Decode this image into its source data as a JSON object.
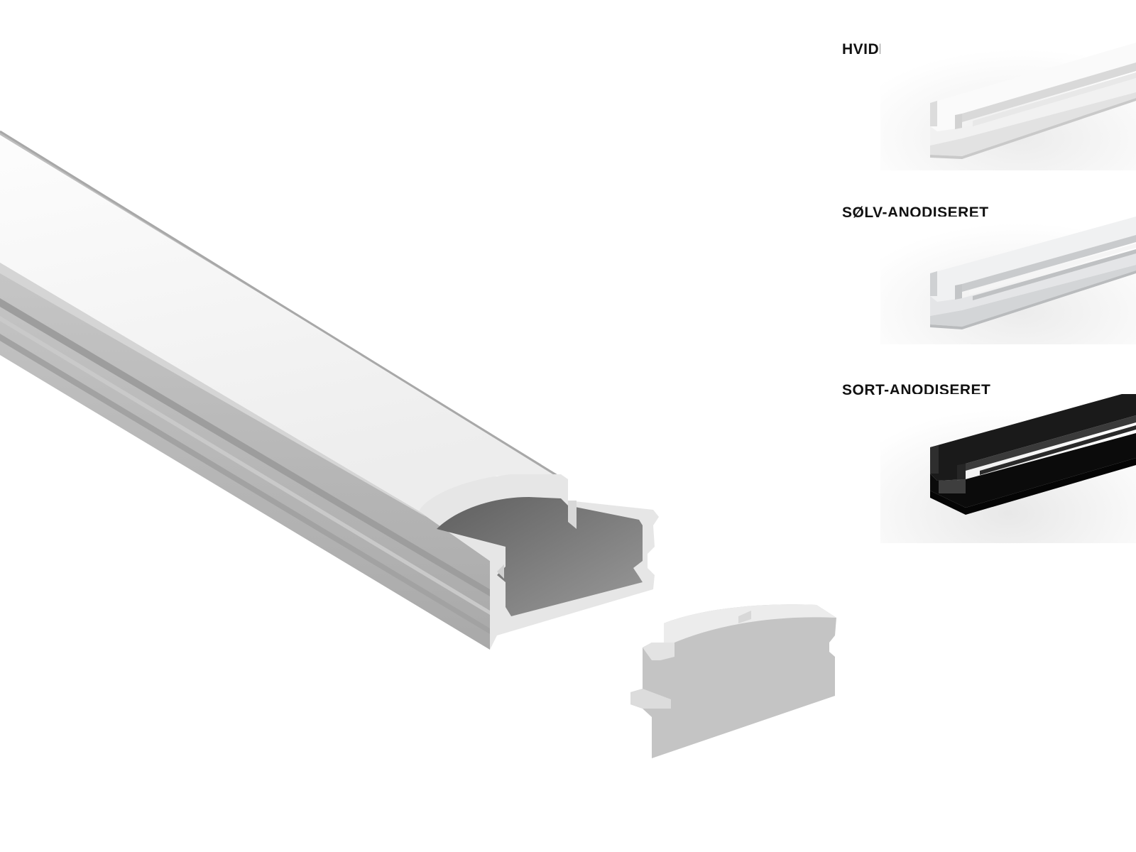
{
  "variants": [
    {
      "label": "HVIDLAKERET",
      "finish_color": "#f4f4f4",
      "icon": "white-profile-thumbnail"
    },
    {
      "label": "SØLV-ANODISERET",
      "finish_color": "#e0e2e4",
      "icon": "silver-profile-thumbnail"
    },
    {
      "label": "SORT-ANODISERET",
      "finish_color": "#0e0e0e",
      "icon": "black-profile-thumbnail"
    }
  ],
  "product": {
    "icon": "aluminium-led-profile-with-diffuser",
    "end_cap_icon": "end-cap",
    "body_color": "#b8b8b8",
    "diffuser_color": "#f7f7f7"
  }
}
